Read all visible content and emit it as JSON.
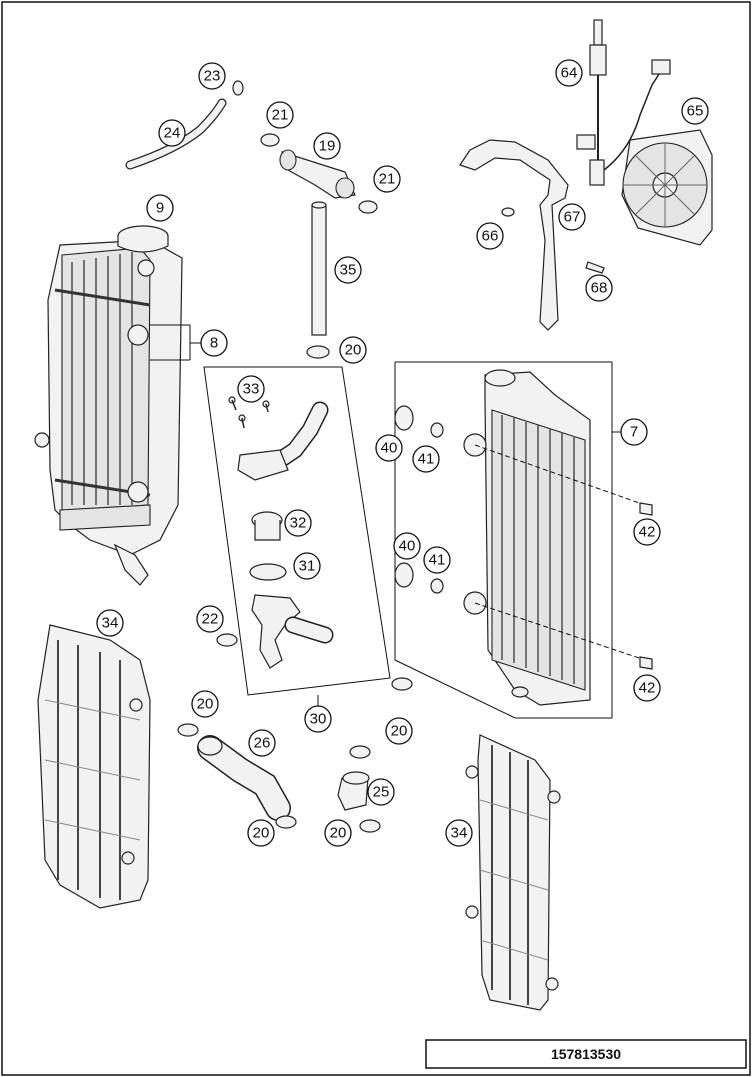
{
  "diagram_number": "157813530",
  "callouts": [
    "23",
    "24",
    "21",
    "19",
    "21",
    "9",
    "35",
    "8",
    "20",
    "64",
    "65",
    "66",
    "67",
    "68",
    "33",
    "32",
    "31",
    "22",
    "30",
    "7",
    "40",
    "41",
    "42",
    "40",
    "41",
    "42",
    "34",
    "20",
    "26",
    "20",
    "20",
    "25",
    "20",
    "34"
  ]
}
